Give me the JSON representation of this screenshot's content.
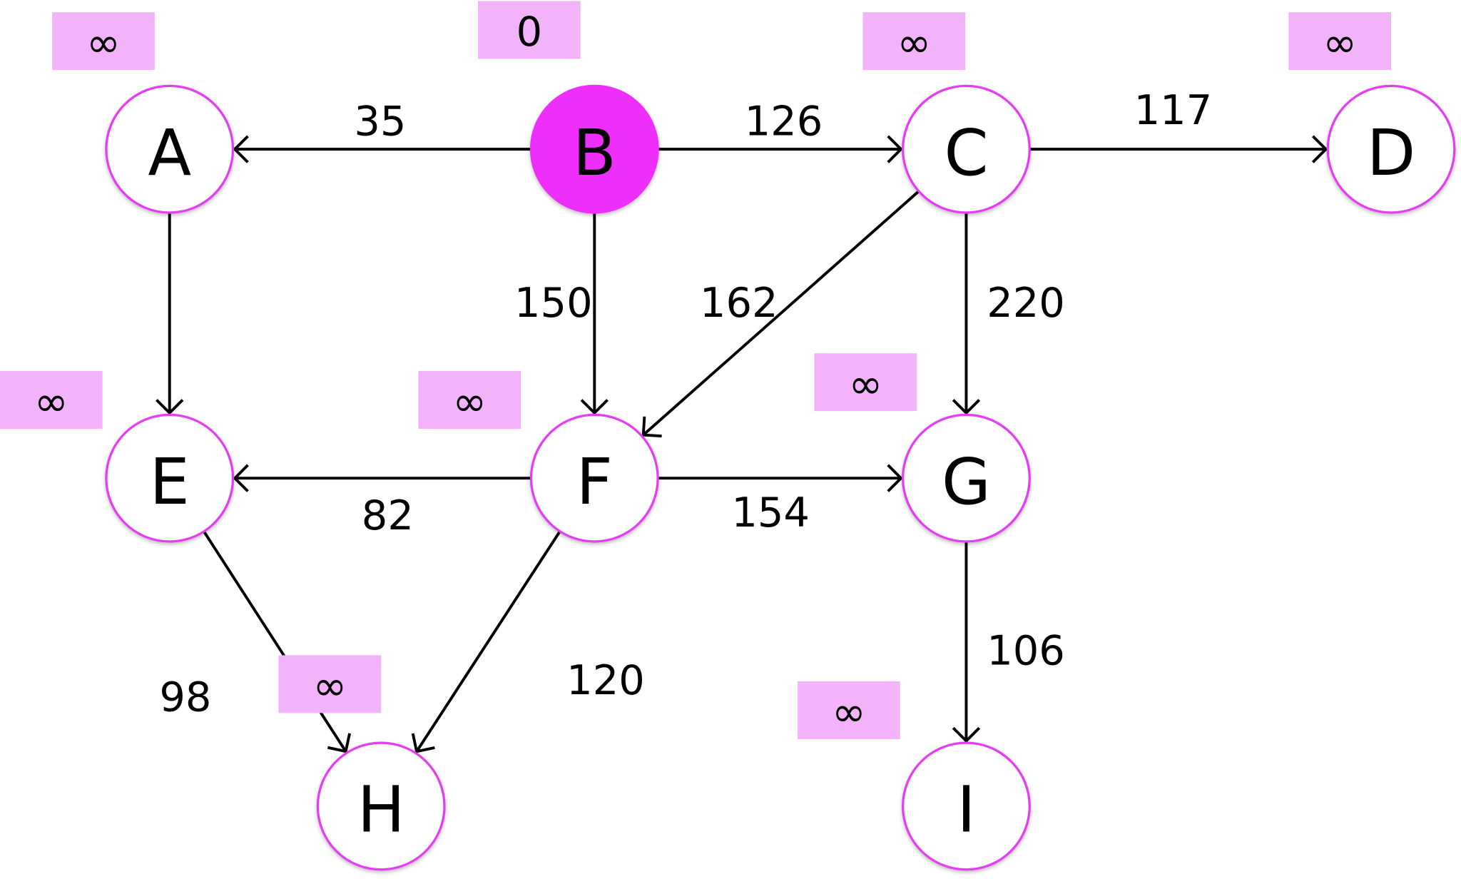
{
  "colors": {
    "source_fill": "#EE2EFB",
    "node_stroke": "#E43CF2",
    "node_fill": "#FFFFFF",
    "dist_box": "#F2B3FA",
    "edge": "#000000"
  },
  "nodes": [
    {
      "id": "A",
      "dist": "∞",
      "source": false
    },
    {
      "id": "B",
      "dist": "0",
      "source": true
    },
    {
      "id": "C",
      "dist": "∞",
      "source": false
    },
    {
      "id": "D",
      "dist": "∞",
      "source": false
    },
    {
      "id": "E",
      "dist": "∞",
      "source": false
    },
    {
      "id": "F",
      "dist": "∞",
      "source": false
    },
    {
      "id": "G",
      "dist": "∞",
      "source": false
    },
    {
      "id": "H",
      "dist": "∞",
      "source": false
    },
    {
      "id": "I",
      "dist": "∞",
      "source": false
    }
  ],
  "edges": [
    {
      "from": "B",
      "to": "A",
      "weight": "35"
    },
    {
      "from": "B",
      "to": "C",
      "weight": "126"
    },
    {
      "from": "C",
      "to": "D",
      "weight": "117"
    },
    {
      "from": "A",
      "to": "E",
      "weight": ""
    },
    {
      "from": "B",
      "to": "F",
      "weight": "150"
    },
    {
      "from": "C",
      "to": "F",
      "weight": "162"
    },
    {
      "from": "C",
      "to": "G",
      "weight": "220"
    },
    {
      "from": "F",
      "to": "E",
      "weight": "82"
    },
    {
      "from": "F",
      "to": "G",
      "weight": "154"
    },
    {
      "from": "E",
      "to": "H",
      "weight": "98"
    },
    {
      "from": "F",
      "to": "H",
      "weight": "120"
    },
    {
      "from": "G",
      "to": "I",
      "weight": "106"
    }
  ]
}
